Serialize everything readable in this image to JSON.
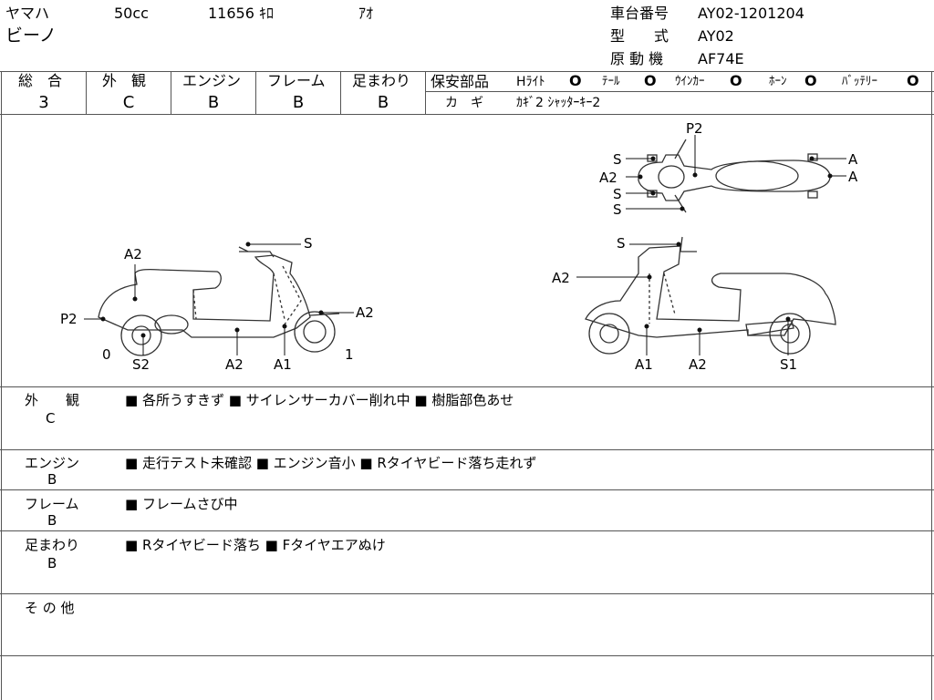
{
  "header": {
    "maker": "ヤマハ",
    "model": "ビーノ",
    "displacement": "50cc",
    "mileage": "11656 ｷﾛ",
    "color": "ｱｵ",
    "frame_no_label": "車台番号",
    "frame_no": "AY02-1201204",
    "type_label": "型　　式",
    "type_value": "AY02",
    "engine_label": "原 動 機",
    "engine_value": "AF74E"
  },
  "grades": {
    "overall_label": "総　合",
    "overall": "3",
    "exterior_label": "外　観",
    "exterior": "C",
    "engine_label": "エンジン",
    "engine": "B",
    "frame_label": "フレーム",
    "frame": "B",
    "suspension_label": "足まわり",
    "suspension": "B"
  },
  "safety": {
    "label": "保安部品",
    "headlight": "Hﾗｲﾄ",
    "tail": "ﾃｰﾙ",
    "winker": "ｳｲﾝｶｰ",
    "horn": "ﾎｰﾝ",
    "battery": "ﾊﾞｯﾃﾘｰ",
    "mark": "O",
    "key_label": "カ　ギ",
    "key_value": "ｶｷﾞ2 ｼｬｯﾀｰｷｰ2"
  },
  "diagram": {
    "left": [
      "A2",
      "S",
      "P2",
      "A2",
      "0",
      "S2",
      "A2",
      "A1",
      "1"
    ],
    "right": [
      "S",
      "A2",
      "A1",
      "A2",
      "S1"
    ],
    "top": [
      "P2",
      "S",
      "A2",
      "S",
      "S",
      "A",
      "A"
    ]
  },
  "sections": [
    {
      "title": "外　　観",
      "grade": "C",
      "body": "■ 各所うすきず ■ サイレンサーカバー削れ中 ■ 樹脂部色あせ"
    },
    {
      "title": "エンジン",
      "grade": "B",
      "body": "■ 走行テスト未確認 ■ エンジン音小 ■ Rタイヤビード落ち走れず"
    },
    {
      "title": "フレーム",
      "grade": "B",
      "body": "■ フレームさび中"
    },
    {
      "title": "足まわり",
      "grade": "B",
      "body": "■ Rタイヤビード落ち ■ Fタイヤエアぬけ"
    },
    {
      "title": "そ の 他",
      "grade": "",
      "body": ""
    }
  ]
}
